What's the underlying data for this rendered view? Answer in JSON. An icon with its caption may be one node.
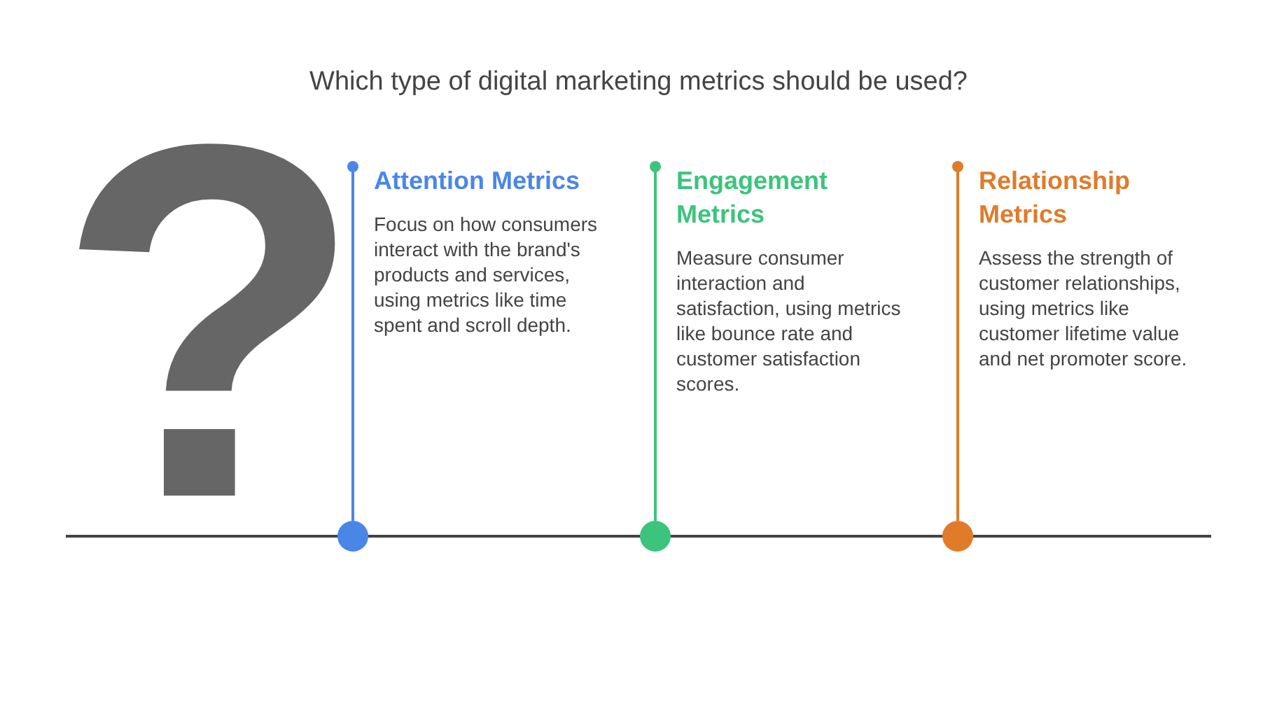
{
  "diagram": {
    "title": "Which type of digital marketing metrics should be used?",
    "nodes": [
      {
        "text": [
          "Attention Metrics",
          "Focus on how consumers interact with the brand's products and services, using metrics like time spent and scroll depth."
        ]
      },
      {
        "text": [
          "Engagement Metrics",
          "Measure consumer interaction and satisfaction, using metrics like bounce rate and customer satisfaction scores."
        ]
      },
      {
        "text": [
          "Relationship Metrics",
          "Assess the strength of customer relationships, using metrics like customer lifetime value and net promoter score."
        ]
      },
      {
        "text": [],
        "shape": "circle"
      },
      {
        "text": [],
        "shape": "circle"
      },
      {
        "text": [],
        "shape": "circle"
      }
    ],
    "edges": [
      {
        "from": 3,
        "to": 0,
        "arrow": "other",
        "color": "#4a86e8"
      },
      {
        "from": 4,
        "to": 1,
        "arrow": "other",
        "color": "#3cc47c"
      },
      {
        "from": 5,
        "to": 2,
        "arrow": "other",
        "color": "#e07b2a"
      }
    ],
    "labels": [
      "?"
    ]
  }
}
